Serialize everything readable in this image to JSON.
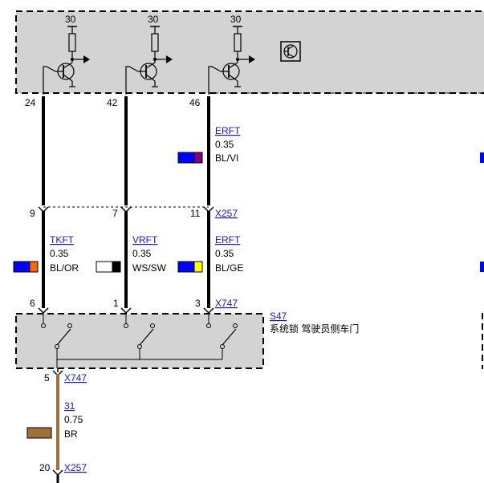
{
  "colors": {
    "box_fill": "#d3d3d3",
    "wire": "#000000",
    "link": "#1a1aaa",
    "blue": "#0000ff",
    "violet": "#800080",
    "orange": "#ff6600",
    "white": "#ffffff",
    "black": "#000000",
    "yellow": "#ffff00",
    "brown": "#a0703a"
  },
  "module": {
    "supply_labels": [
      "30",
      "30",
      "30"
    ],
    "pins": [
      "24",
      "42",
      "46"
    ],
    "icon": "transistor-symbol-icon"
  },
  "wires_upper": [
    {
      "code": "ERFT",
      "size": "0.35",
      "color_code": "BL/VI"
    }
  ],
  "connector_x257_top": {
    "pins": [
      "9",
      "7",
      "11"
    ],
    "name": "X257"
  },
  "wires_middle": [
    {
      "code": "TKFT",
      "size": "0.35",
      "color_code": "BL/OR"
    },
    {
      "code": "VRFT",
      "size": "0.35",
      "color_code": "WS/SW"
    },
    {
      "code": "ERFT",
      "size": "0.35",
      "color_code": "BL/GE"
    }
  ],
  "connector_x747_top": {
    "pins": [
      "6",
      "1",
      "3"
    ],
    "name": "X747"
  },
  "switch": {
    "code": "S47",
    "description": "系统锁 驾驶员侧车门"
  },
  "connector_x747_bottom": {
    "pin": "5",
    "name": "X747"
  },
  "ground_wire": {
    "code": "31",
    "size": "0.75",
    "color_code": "BR"
  },
  "connector_x257_bottom": {
    "pin": "20",
    "name": "X257"
  }
}
